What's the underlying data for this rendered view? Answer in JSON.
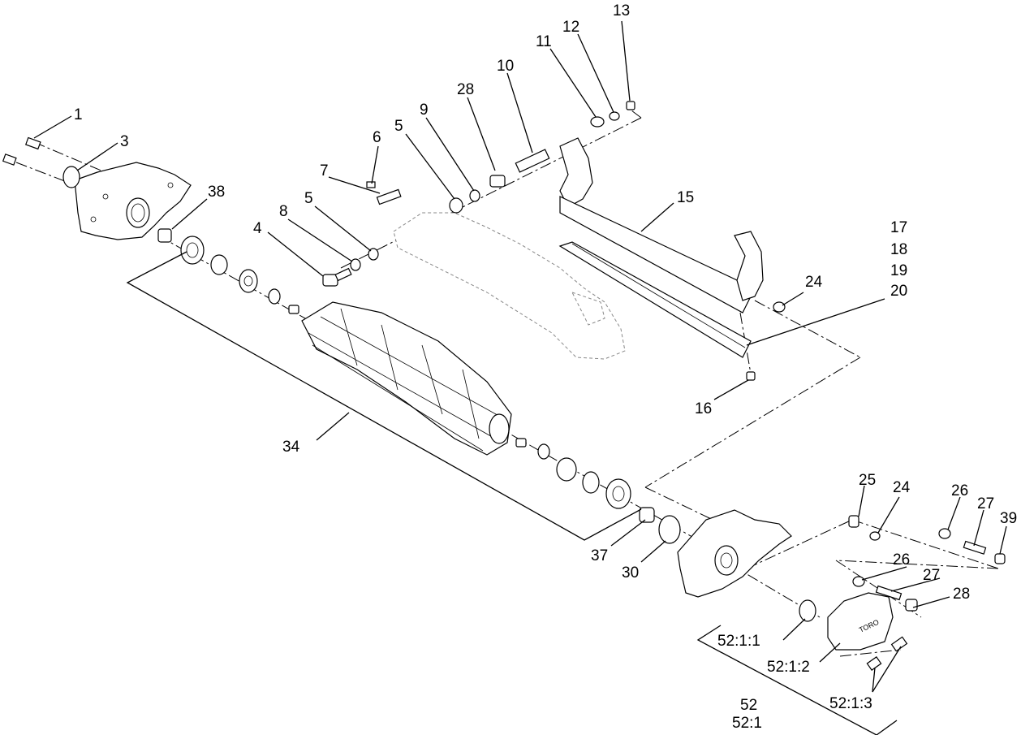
{
  "callouts": [
    {
      "id": "c1",
      "text": "1"
    },
    {
      "id": "c3",
      "text": "3"
    },
    {
      "id": "c38",
      "text": "38"
    },
    {
      "id": "c4",
      "text": "4"
    },
    {
      "id": "c8",
      "text": "8"
    },
    {
      "id": "c5a",
      "text": "5"
    },
    {
      "id": "c7",
      "text": "7"
    },
    {
      "id": "c6",
      "text": "6"
    },
    {
      "id": "c5b",
      "text": "5"
    },
    {
      "id": "c9",
      "text": "9"
    },
    {
      "id": "c28a",
      "text": "28"
    },
    {
      "id": "c10",
      "text": "10"
    },
    {
      "id": "c11",
      "text": "11"
    },
    {
      "id": "c12",
      "text": "12"
    },
    {
      "id": "c13",
      "text": "13"
    },
    {
      "id": "c15",
      "text": "15"
    },
    {
      "id": "c17",
      "text": "17"
    },
    {
      "id": "c18",
      "text": "18"
    },
    {
      "id": "c19",
      "text": "19"
    },
    {
      "id": "c20",
      "text": "20"
    },
    {
      "id": "c24a",
      "text": "24"
    },
    {
      "id": "c16",
      "text": "16"
    },
    {
      "id": "c34",
      "text": "34"
    },
    {
      "id": "c37",
      "text": "37"
    },
    {
      "id": "c30",
      "text": "30"
    },
    {
      "id": "c25",
      "text": "25"
    },
    {
      "id": "c24b",
      "text": "24"
    },
    {
      "id": "c26a",
      "text": "26"
    },
    {
      "id": "c27a",
      "text": "27"
    },
    {
      "id": "c39",
      "text": "39"
    },
    {
      "id": "c26b",
      "text": "26"
    },
    {
      "id": "c27b",
      "text": "27"
    },
    {
      "id": "c28b",
      "text": "28"
    },
    {
      "id": "c52_1_1",
      "text": "52:1:1"
    },
    {
      "id": "c52_1_2",
      "text": "52:1:2"
    },
    {
      "id": "c52_1_3",
      "text": "52:1:3"
    },
    {
      "id": "c52",
      "text": "52"
    },
    {
      "id": "c52_1",
      "text": "52:1"
    }
  ],
  "cover_logo_text": "TORO"
}
